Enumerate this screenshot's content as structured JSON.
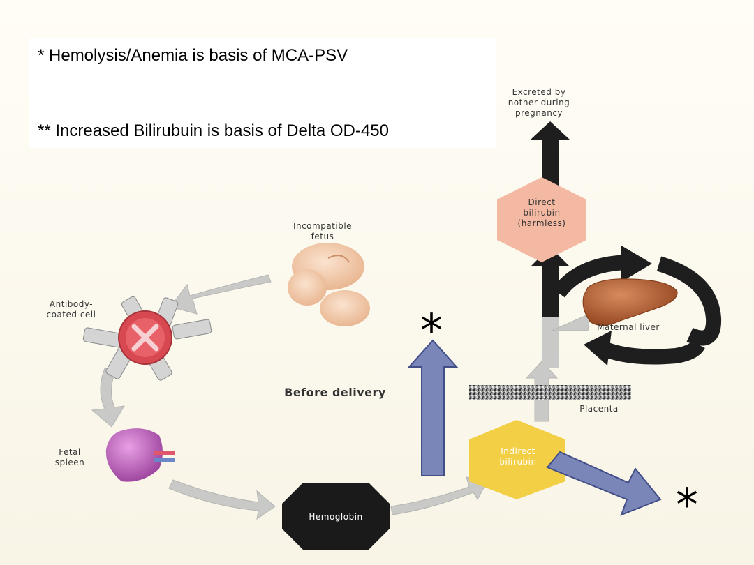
{
  "notes": {
    "line1": "* Hemolysis/Anemia is basis of MCA-PSV",
    "line2": "** Increased Bilirubuin is basis of Delta OD-450"
  },
  "labels": {
    "excreted_1": "Excreted by",
    "excreted_2": "nother during",
    "excreted_3": "pregnancy",
    "direct_1": "Direct",
    "direct_2": "bilirubin",
    "direct_3": "(harmless)",
    "incompatible_1": "Incompatible",
    "incompatible_2": "fetus",
    "antibody_1": "Antibody-",
    "antibody_2": "coated cell",
    "maternal_liver": "Maternal liver",
    "before_delivery": "Before delivery",
    "placenta": "Placenta",
    "fetal_1": "Fetal",
    "fetal_2": "spleen",
    "hemoglobin": "Hemoglobin",
    "indirect_1": "Indirect",
    "indirect_2": "bilirubin",
    "star_a": "*",
    "star_b": "*"
  },
  "colors": {
    "grey_arrow": "#c9c9c7",
    "blue_arrow": "#7b86b8",
    "hex_black": "#1a1a1a",
    "hex_yellow": "#f2cf45",
    "hex_pink": "#f4b9a2",
    "liver": "#b06036"
  }
}
